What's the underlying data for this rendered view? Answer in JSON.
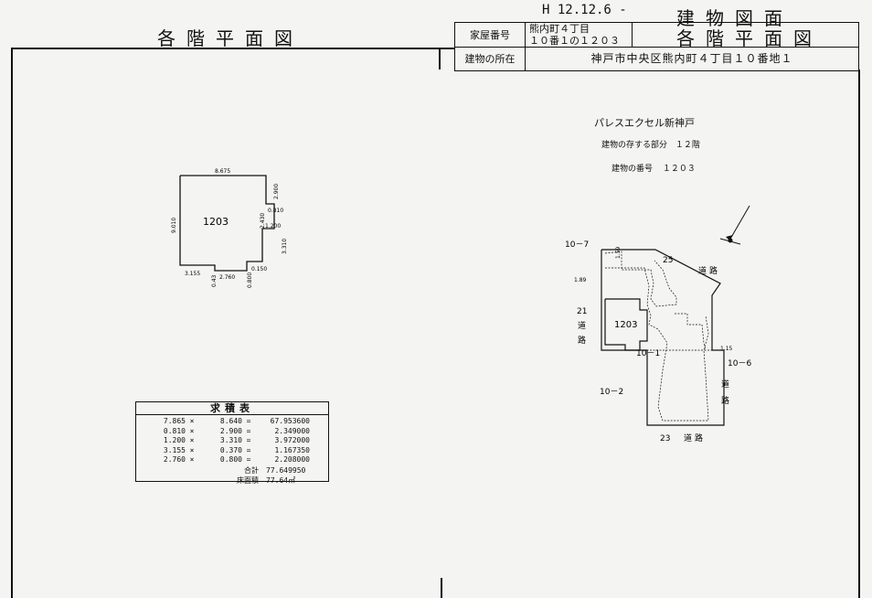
{
  "header": {
    "left_title": "各階平面図",
    "date_handwritten": "H 12.12.6 -",
    "right_title_1": "建物図面",
    "right_title_2": "各階平面図",
    "house_number_label": "家屋番号",
    "house_number_value_1": "熊内町４丁目",
    "house_number_value_2": "１０番１の１２０３",
    "location_label": "建物の所在",
    "location_value": "神戸市中央区熊内町４丁目１０番地１"
  },
  "floor_plan": {
    "unit_label": "1203",
    "dims": {
      "top": "8.675",
      "left": "9.010",
      "r1": "2.900",
      "r2": "0.810",
      "r3": "2.430",
      "r4": "1.200",
      "r5": "3.310",
      "b1": "3.155",
      "b2": "0.43",
      "b3": "2.760",
      "b4": "0.800",
      "b5": "0.150"
    }
  },
  "area_table": {
    "title": "求積表",
    "rows": [
      {
        "a": "7.865",
        "op": "×",
        "b": "8.640",
        "eq": "=",
        "r": "67.953600"
      },
      {
        "a": "0.810",
        "op": "×",
        "b": "2.900",
        "eq": "=",
        "r": "2.349000"
      },
      {
        "a": "1.200",
        "op": "×",
        "b": "3.310",
        "eq": "=",
        "r": "3.972000"
      },
      {
        "a": "3.155",
        "op": "×",
        "b": "0.370",
        "eq": "=",
        "r": "1.167350"
      },
      {
        "a": "2.760",
        "op": "×",
        "b": "0.800",
        "eq": "=",
        "r": "2.208000"
      }
    ],
    "total_label": "合計",
    "total_value": "77.649950",
    "floor_area_label": "床面積",
    "floor_area_value": "77.64㎡"
  },
  "site_info": {
    "building_name": "パレスエクセル新神戸",
    "floor_label": "建物の存する部分",
    "floor_value": "１２階",
    "number_label": "建物の番号",
    "number_value": "１２０３"
  },
  "site_plan": {
    "unit_label": "1203",
    "parcel_10_7": "10－7",
    "parcel_10_1": "10－1",
    "parcel_10_2": "10－2",
    "parcel_10_6": "10－6",
    "road_25": "25",
    "road_21": "21",
    "road_23": "23",
    "road_char_1": "道",
    "road_char_2": "路",
    "dim_189": "1.89",
    "dim_115": "1.15",
    "dim_159": "1.59"
  }
}
